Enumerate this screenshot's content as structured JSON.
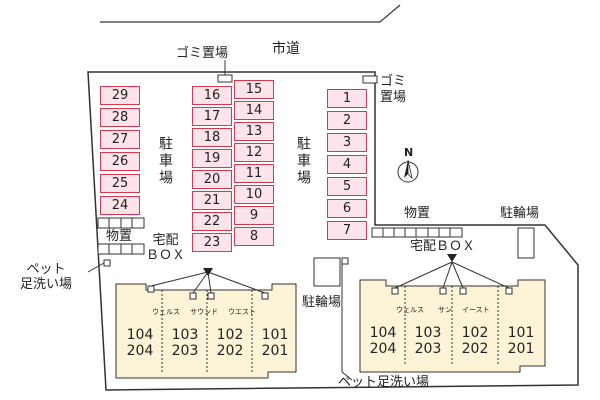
{
  "labels": {
    "street": "市道",
    "garbage_top": "ゴミ置場",
    "garbage_right": "ゴミ\n置場",
    "parking_left": "駐車場",
    "parking_right": "駐車場",
    "storage_left": "物置",
    "storage_right": "物置",
    "delivery_box_left": "宅配\nＢＯＸ",
    "delivery_box_right": "宅配ＢＯＸ",
    "pet_wash_left": "ペット\n足洗い場",
    "pet_wash_bottom": "ペット足洗い場",
    "bicycle_center": "駐輪場",
    "bicycle_right": "駐輪場",
    "compass": "N"
  },
  "parking": {
    "col_a": [
      "29",
      "28",
      "27",
      "26",
      "25",
      "24"
    ],
    "col_b": [
      "16",
      "17",
      "18",
      "19",
      "20",
      "21",
      "22",
      "23"
    ],
    "col_c": [
      "15",
      "14",
      "13",
      "12",
      "11",
      "10",
      "9",
      "8"
    ],
    "col_d": [
      "1",
      "2",
      "3",
      "4",
      "5",
      "6",
      "7"
    ]
  },
  "buildings": [
    {
      "unit_names": [
        "ウェルス",
        "サウンド",
        "ウエスト"
      ],
      "rooms": [
        {
          "upper": "104",
          "lower": "204"
        },
        {
          "upper": "103",
          "lower": "203"
        },
        {
          "upper": "102",
          "lower": "202"
        },
        {
          "upper": "101",
          "lower": "201"
        }
      ]
    },
    {
      "unit_names": [
        "ウェルス",
        "サン",
        "イースト"
      ],
      "rooms": [
        {
          "upper": "104",
          "lower": "204"
        },
        {
          "upper": "103",
          "lower": "203"
        },
        {
          "upper": "102",
          "lower": "202"
        },
        {
          "upper": "101",
          "lower": "201"
        }
      ]
    }
  ],
  "colors": {
    "parking_fill": "#fde3ea",
    "parking_border": "#d9364f",
    "building_fill": "#fdf3d6",
    "line": "#333333"
  }
}
